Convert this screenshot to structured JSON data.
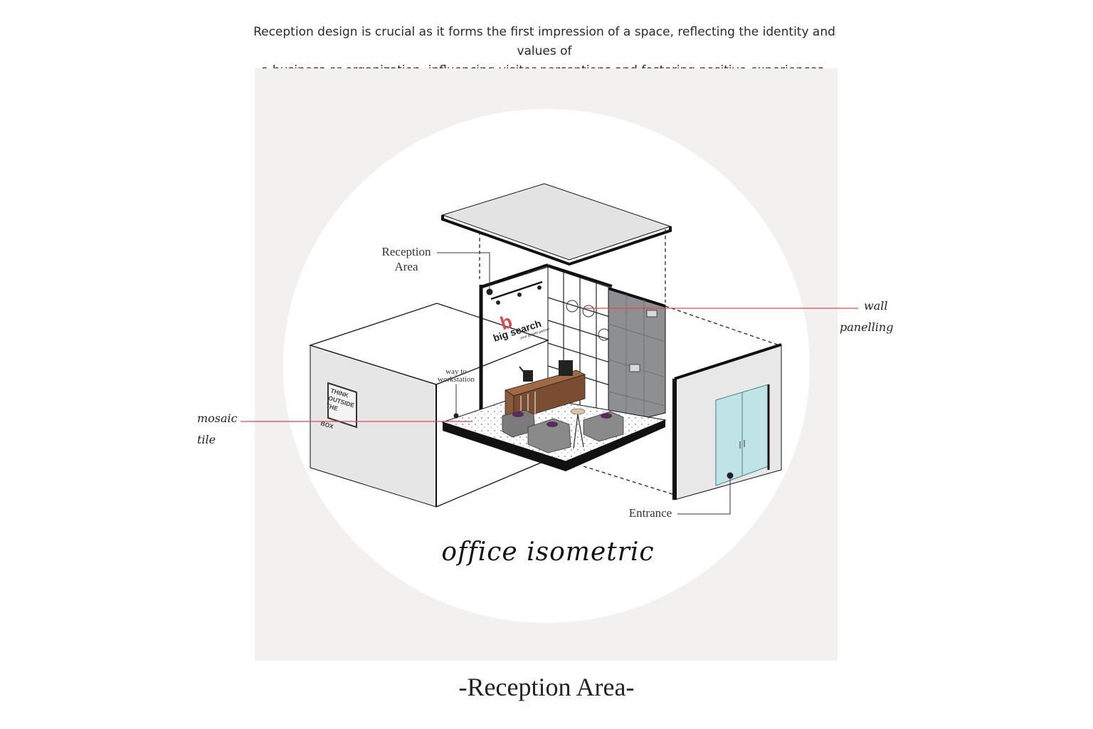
{
  "intro": {
    "line1": "Reception design is crucial as it forms the first impression of a space, reflecting the identity and values of",
    "line2": "a business or organization, influencing visitor perceptions and fostering positive experiences."
  },
  "diagram": {
    "callouts": {
      "reception_area_line1": "Reception",
      "reception_area_line2": "Area",
      "way_line1": "way to",
      "way_line2": "workstation",
      "wall_line1": "wall",
      "wall_line2": "panelling",
      "mosaic_line1": "mosaic",
      "mosaic_line2": "tile",
      "entrance": "Entrance"
    },
    "sign": {
      "logo_letter": "b",
      "brand": "big search",
      "tagline": "your growth partner"
    },
    "poster": {
      "line1": "THINK",
      "line2": "OUTSIDE",
      "line3": "THE",
      "line4": "BOX"
    },
    "caption": "office isometric"
  },
  "footer_title": "-Reception Area-",
  "colors": {
    "accent_red": "#e0474c",
    "panel_bg": "#f3f1f0",
    "glass": "#bfe3e6",
    "wood": "#8b5a3c",
    "concrete": "#8e8f91"
  }
}
